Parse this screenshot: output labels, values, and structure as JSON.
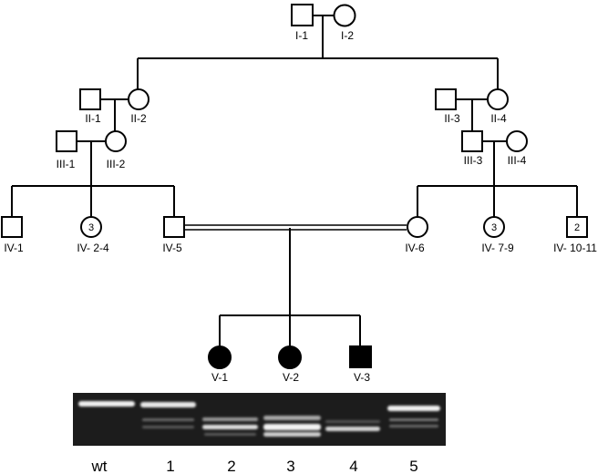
{
  "individuals": [
    {
      "id": "I-1",
      "label": "I-1",
      "sex": "male",
      "affected": false
    },
    {
      "id": "I-2",
      "label": "I-2",
      "sex": "female",
      "affected": false
    },
    {
      "id": "II-1",
      "label": "II-1",
      "sex": "male",
      "affected": false
    },
    {
      "id": "II-2",
      "label": "II-2",
      "sex": "female",
      "affected": false
    },
    {
      "id": "II-3",
      "label": "II-3",
      "sex": "male",
      "affected": false
    },
    {
      "id": "II-4",
      "label": "II-4",
      "sex": "female",
      "affected": false
    },
    {
      "id": "III-1",
      "label": "III-1",
      "sex": "male",
      "affected": false
    },
    {
      "id": "III-2",
      "label": "III-2",
      "sex": "female",
      "affected": false
    },
    {
      "id": "III-3",
      "label": "III-3",
      "sex": "male",
      "affected": false
    },
    {
      "id": "III-4",
      "label": "III-4",
      "sex": "female",
      "affected": false
    },
    {
      "id": "IV-1",
      "label": "IV-1",
      "sex": "male",
      "affected": false
    },
    {
      "id": "IV-2-4",
      "label": "IV- 2-4",
      "sex": "female",
      "affected": false,
      "count": "3"
    },
    {
      "id": "IV-5",
      "label": "IV-5",
      "sex": "male",
      "affected": false
    },
    {
      "id": "IV-6",
      "label": "IV-6",
      "sex": "female",
      "affected": false
    },
    {
      "id": "IV-7-9",
      "label": "IV- 7-9",
      "sex": "female",
      "affected": false,
      "count": "3"
    },
    {
      "id": "IV-10-11",
      "label": "IV- 10-11",
      "sex": "male",
      "affected": false,
      "count": "2"
    },
    {
      "id": "V-1",
      "label": "V-1",
      "sex": "female",
      "affected": true
    },
    {
      "id": "V-2",
      "label": "V-2",
      "sex": "female",
      "affected": true
    },
    {
      "id": "V-3",
      "label": "V-3",
      "sex": "male",
      "affected": true
    }
  ],
  "gel": {
    "lanes": [
      "wt",
      "1",
      "2",
      "3",
      "4",
      "5"
    ]
  },
  "colors": {
    "line": "#000000",
    "affected": "#000000",
    "unaffected": "#ffffff",
    "gel": "#1a1a1a",
    "band": "#f2f2f2"
  }
}
